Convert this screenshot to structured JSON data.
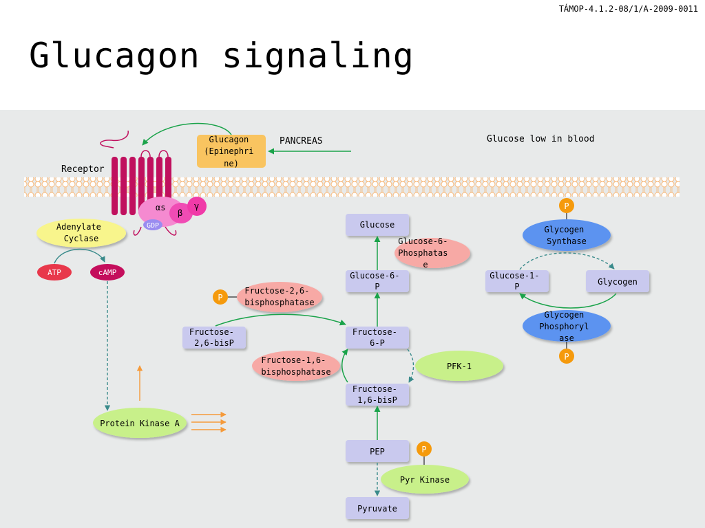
{
  "header_code": "TÁMOP-4.1.2-08/1/A-2009-0011",
  "title": "Glucagon signaling",
  "labels": {
    "glucagon": [
      "Glucagon",
      "(Epinephri",
      "ne)"
    ],
    "pancreas": "PANCREAS",
    "glucose_low": "Glucose low in blood",
    "receptor": "Receptor",
    "alpha": "αs",
    "beta": "β",
    "gamma": "γ",
    "gdp": "GDP",
    "adenylate_cyclase": [
      "Adenylate",
      "Cyclase"
    ],
    "atp": "ATP",
    "camp": "cAMP",
    "pka": "Protein Kinase A",
    "glucose": "Glucose",
    "g6p": [
      "Glucose-6-",
      "P"
    ],
    "g6phosphatase": [
      "Glucose-6-",
      "Phosphatas",
      "e"
    ],
    "f26bisphosphatase": [
      "Fructose-2,6-",
      "bisphosphatase"
    ],
    "f26bisp": [
      "Fructose-",
      "2,6-bisP"
    ],
    "f6p": [
      "Fructose-",
      "6-P"
    ],
    "f16bisphosphatase": [
      "Fructose-1,6-",
      "bisphosphatase"
    ],
    "pfk1": "PFK-1",
    "f16bisp": [
      "Fructose-",
      "1,6-bisP"
    ],
    "pep": "PEP",
    "pyr_kinase": "Pyr Kinase",
    "pyruvate": "Pyruvate",
    "glycogen_synthase": [
      "Glycogen",
      "Synthase"
    ],
    "g1p": [
      "Glucose-1-",
      "P"
    ],
    "glycogen": "Glycogen",
    "glycogen_phosphorylase": [
      "Glycogen",
      "Phosphoryl",
      "ase"
    ],
    "phospho": "P"
  },
  "colors": {
    "stage_bg": "#e8eaea",
    "membrane": "#f8b878",
    "receptor": "#c0105e",
    "glucagon_box": "#f9c460",
    "metabolite_box": "#c9c9ee",
    "phosphatase": "#f7a9a5",
    "kinase": "#c8f08a",
    "cyclase": "#f8f58c",
    "glycogen_enzyme": "#5b93f0",
    "phospho": "#f59a0c",
    "atp": "#e8384b",
    "camp": "#c40e5c",
    "arrow_green": "#1aa34a",
    "arrow_teal": "#3a8b8b",
    "arrow_orange": "#f59a3a",
    "g_alpha": "#f58ad0",
    "g_beta": "#f04cb4",
    "g_gamma": "#f03aa8",
    "gdp": "#9a8cf0"
  }
}
